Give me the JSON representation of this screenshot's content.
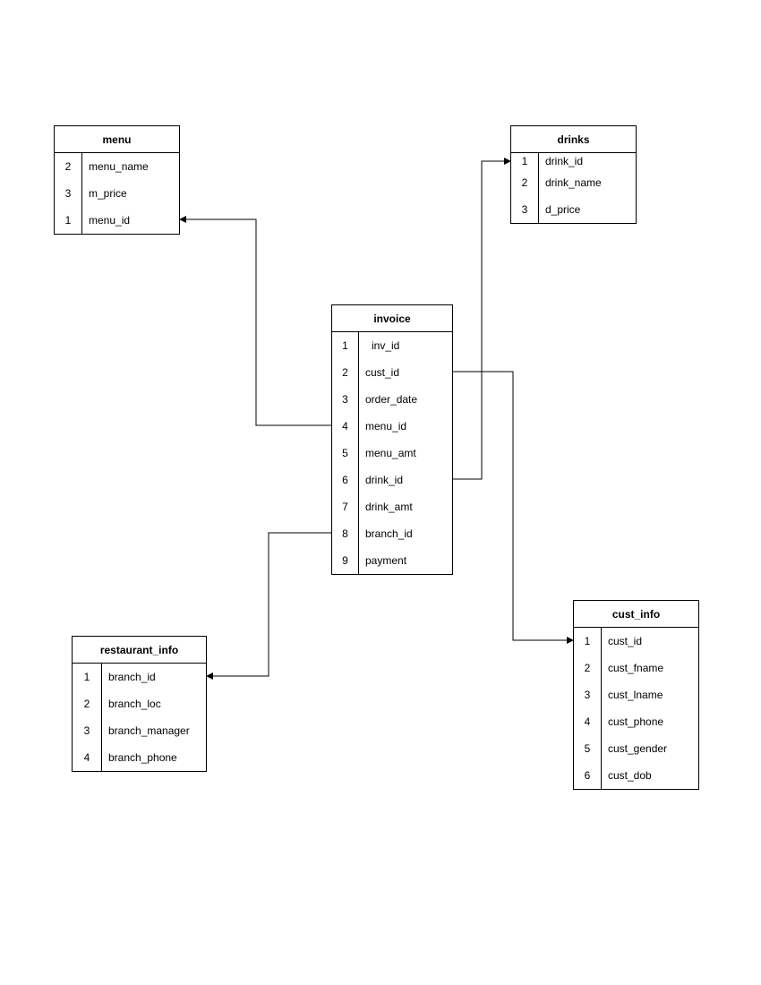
{
  "entities": {
    "menu": {
      "title": "menu",
      "rows": [
        {
          "num": "2",
          "field": "menu_name"
        },
        {
          "num": "3",
          "field": "m_price"
        },
        {
          "num": "1",
          "field": "menu_id"
        }
      ]
    },
    "drinks": {
      "title": "drinks",
      "rows": [
        {
          "num": "1",
          "field": "drink_id"
        },
        {
          "num": "2",
          "field": "drink_name"
        },
        {
          "num": "3",
          "field": "d_price"
        }
      ]
    },
    "invoice": {
      "title": "invoice",
      "rows": [
        {
          "num": "1",
          "field": "inv_id"
        },
        {
          "num": "2",
          "field": "cust_id"
        },
        {
          "num": "3",
          "field": "order_date"
        },
        {
          "num": "4",
          "field": "menu_id"
        },
        {
          "num": "5",
          "field": "menu_amt"
        },
        {
          "num": "6",
          "field": "drink_id"
        },
        {
          "num": "7",
          "field": "drink_amt"
        },
        {
          "num": "8",
          "field": "branch_id"
        },
        {
          "num": "9",
          "field": "payment"
        }
      ]
    },
    "cust_info": {
      "title": "cust_info",
      "rows": [
        {
          "num": "1",
          "field": "cust_id"
        },
        {
          "num": "2",
          "field": "cust_fname"
        },
        {
          "num": "3",
          "field": "cust_lname"
        },
        {
          "num": "4",
          "field": "cust_phone"
        },
        {
          "num": "5",
          "field": "cust_gender"
        },
        {
          "num": "6",
          "field": "cust_dob"
        }
      ]
    },
    "restaurant_info": {
      "title": "restaurant_info",
      "rows": [
        {
          "num": "1",
          "field": "branch_id"
        },
        {
          "num": "2",
          "field": "branch_loc"
        },
        {
          "num": "3",
          "field": "branch_manager"
        },
        {
          "num": "4",
          "field": "branch_phone"
        }
      ]
    }
  },
  "relationships": [
    {
      "from": "invoice.menu_id",
      "to": "menu.menu_id"
    },
    {
      "from": "invoice.drink_id",
      "to": "drinks.drink_id"
    },
    {
      "from": "invoice.cust_id",
      "to": "cust_info.cust_id"
    },
    {
      "from": "invoice.branch_id",
      "to": "restaurant_info.branch_id"
    }
  ]
}
